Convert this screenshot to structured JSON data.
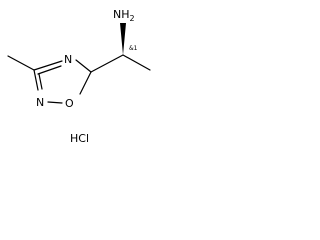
{
  "molecule": {
    "amine_label": "NH",
    "amine_subscript": "2",
    "stereo_label": "&1",
    "ring_n_top": "N",
    "ring_n_bottom": "N",
    "ring_o": "O",
    "salt": "HCl"
  },
  "colors": {
    "ink": "#000000",
    "background": "#ffffff"
  }
}
